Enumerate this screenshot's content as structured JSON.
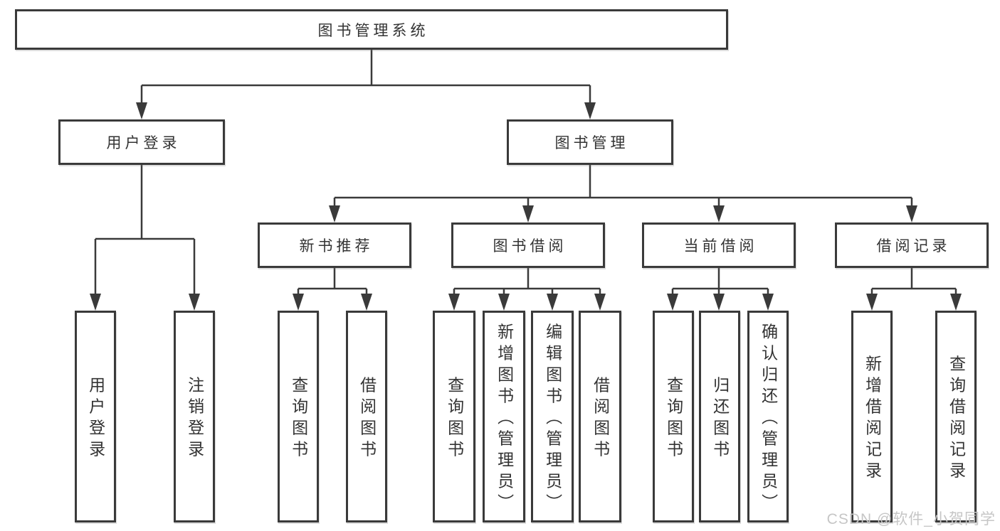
{
  "title": "图书管理系统",
  "level2": [
    "用户登录",
    "图书管理"
  ],
  "level3": [
    "新书推荐",
    "图书借阅",
    "当前借阅",
    "借阅记录"
  ],
  "leaves": {
    "login": [
      "用户登录",
      "注销登录"
    ],
    "recommend": [
      "查询图书",
      "借阅图书"
    ],
    "borrow": [
      "查询图书",
      "新增图书（管理员）",
      "编辑图书（管理员）",
      "借阅图书"
    ],
    "current": [
      "查询图书",
      "归还图书",
      "确认归还（管理员）"
    ],
    "records": [
      "新增借阅记录",
      "查询借阅记录"
    ]
  },
  "watermark": "CSDN @软件_小贺同学",
  "colors": {
    "line": "#3a3a3a",
    "box_border": "#3a3a3a",
    "text": "#333333",
    "watermark": "#c6c6c6"
  }
}
